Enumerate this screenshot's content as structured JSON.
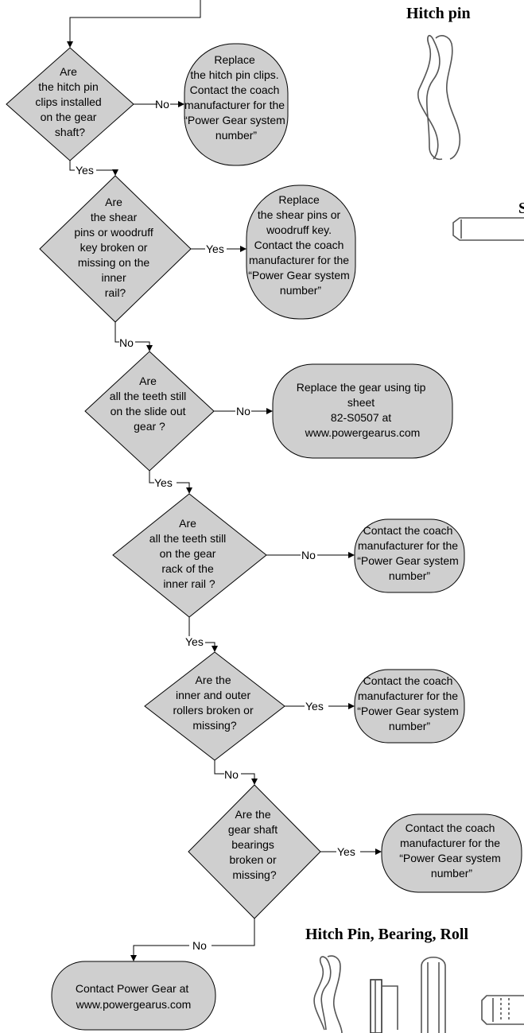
{
  "headers": {
    "hitch_pin": "Hitch pin",
    "shear_partial": "S",
    "parts_partial": "Hitch Pin, Bearing, Roll"
  },
  "decisions": {
    "d1": [
      "Are",
      "the hitch pin",
      "clips installed",
      "on the gear",
      "shaft?"
    ],
    "d2": [
      "Are",
      "the shear",
      "pins or woodruff",
      "key broken or",
      "missing on the",
      "inner",
      "rail?"
    ],
    "d3": [
      "Are",
      "all the teeth still",
      "on the slide out",
      "gear ?"
    ],
    "d4": [
      "Are",
      "all the teeth still",
      "on the gear",
      "rack of the",
      "inner rail ?"
    ],
    "d5": [
      "Are the",
      "inner and outer",
      "rollers broken or",
      "missing?"
    ],
    "d6": [
      "Are the",
      "gear shaft",
      "bearings",
      "broken or",
      "missing?"
    ]
  },
  "actions": {
    "a1": [
      "Replace",
      "the hitch pin clips.",
      "Contact the coach",
      "manufacturer for the",
      "“Power Gear system",
      "number”"
    ],
    "a2": [
      "Replace",
      "the shear pins or",
      "woodruff key.",
      "Contact the coach",
      "manufacturer for the",
      "“Power Gear system",
      "number”"
    ],
    "a3": [
      "Replace the gear using tip",
      "sheet",
      "82-S0507 at",
      "www.powergearus.com"
    ],
    "a4": [
      "Contact the coach",
      "manufacturer for the",
      "“Power Gear system",
      "number”"
    ],
    "a5": [
      "Contact the coach",
      "manufacturer for the",
      "“Power Gear system",
      "number”"
    ],
    "a6": [
      "Contact the coach",
      "manufacturer for the",
      "“Power Gear system",
      "number”"
    ],
    "final": [
      "Contact Power Gear at",
      "www.powergearus.com"
    ]
  },
  "connectors": {
    "c1_no": "No",
    "c1_yes": "Yes",
    "c2_yes": "Yes",
    "c2_no": "No",
    "c3_no": "No",
    "c3_yes": "Yes",
    "c4_no": "No",
    "c4_yes": "Yes",
    "c5_yes": "Yes",
    "c5_no": "No",
    "c6_yes": "Yes",
    "c6_no": "No"
  }
}
